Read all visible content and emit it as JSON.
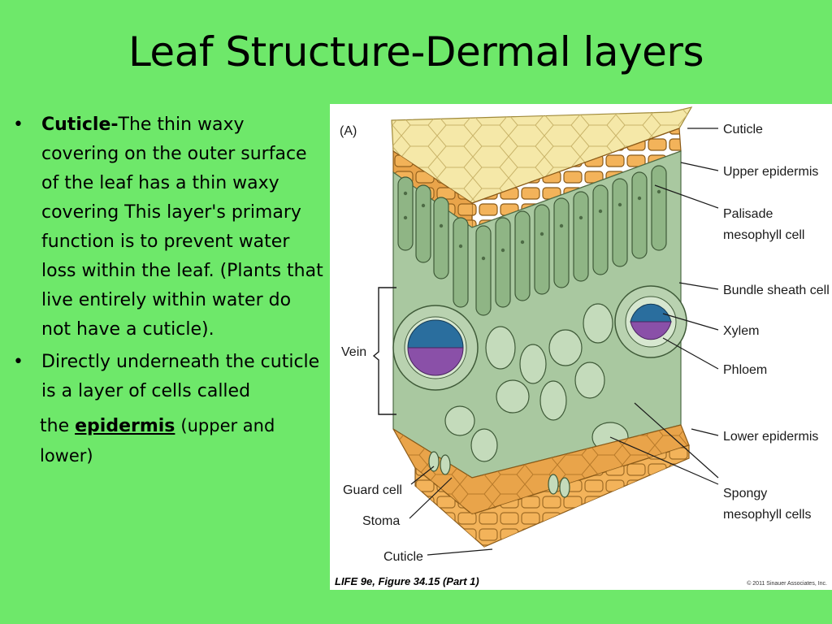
{
  "slide": {
    "title": "Leaf Structure-Dermal layers",
    "bullets": [
      {
        "term": "Cuticle-",
        "text": "The thin waxy covering on the outer surface of the leaf has a thin waxy covering This layer's primary function is to prevent water loss within the leaf. (Plants that live entirely within water do not have a cuticle)."
      },
      {
        "text": "Directly underneath the cuticle is a layer of cells called"
      }
    ],
    "continuation": {
      "prefix": "the ",
      "term": "epidermis",
      "suffix": "(upper and lower)"
    }
  },
  "figure": {
    "panel_label": "(A)",
    "labels": {
      "cuticle_top": "Cuticle",
      "upper_epidermis": "Upper epidermis",
      "palisade_1": "Palisade",
      "palisade_2": "mesophyll cell",
      "bundle_sheath": "Bundle sheath cell",
      "xylem": "Xylem",
      "phloem": "Phloem",
      "vein": "Vein",
      "lower_epidermis": "Lower epidermis",
      "spongy_1": "Spongy",
      "spongy_2": "mesophyll cells",
      "guard_cell": "Guard cell",
      "stoma": "Stoma",
      "cuticle_bottom": "Cuticle"
    },
    "caption": "LIFE 9e, Figure 34.15 (Part 1)",
    "copyright": "© 2011 Sinauer Associates, Inc."
  },
  "colors": {
    "background": "#6ee86a",
    "cuticle": "#f5e8a8",
    "epidermis": "#e8a040",
    "mesophyll": "#8fb585",
    "xylem": "#2a6e9e",
    "phloem": "#8a50a8"
  }
}
